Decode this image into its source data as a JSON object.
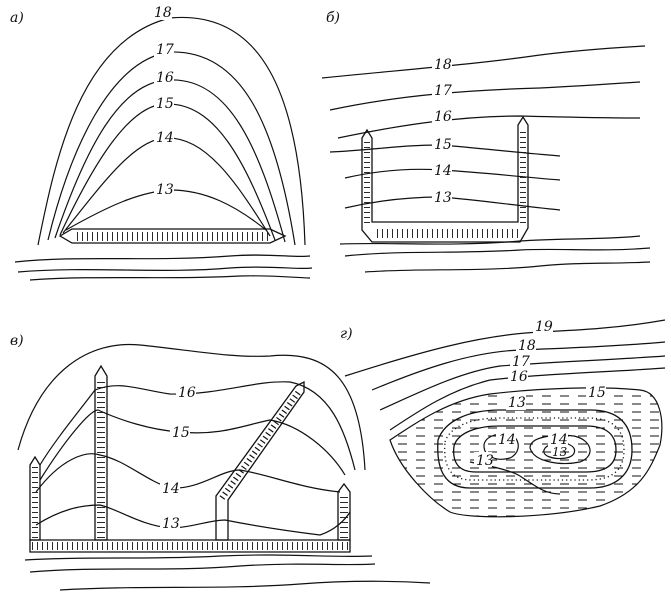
{
  "panels": {
    "a": {
      "label": "a)",
      "contours": [
        "18",
        "17",
        "16",
        "15",
        "14",
        "13"
      ]
    },
    "b": {
      "label": "б)",
      "contours": [
        "18",
        "17",
        "16",
        "15",
        "14",
        "13"
      ]
    },
    "v": {
      "label": "в)",
      "contours": [
        "16",
        "15",
        "14",
        "13"
      ]
    },
    "g": {
      "label": "г)",
      "contours": [
        "19",
        "18",
        "17",
        "16",
        "15",
        "13",
        "14",
        "14",
        "13",
        "13"
      ]
    }
  },
  "colors": {
    "ink": "#111111",
    "paper": "#ffffff"
  }
}
